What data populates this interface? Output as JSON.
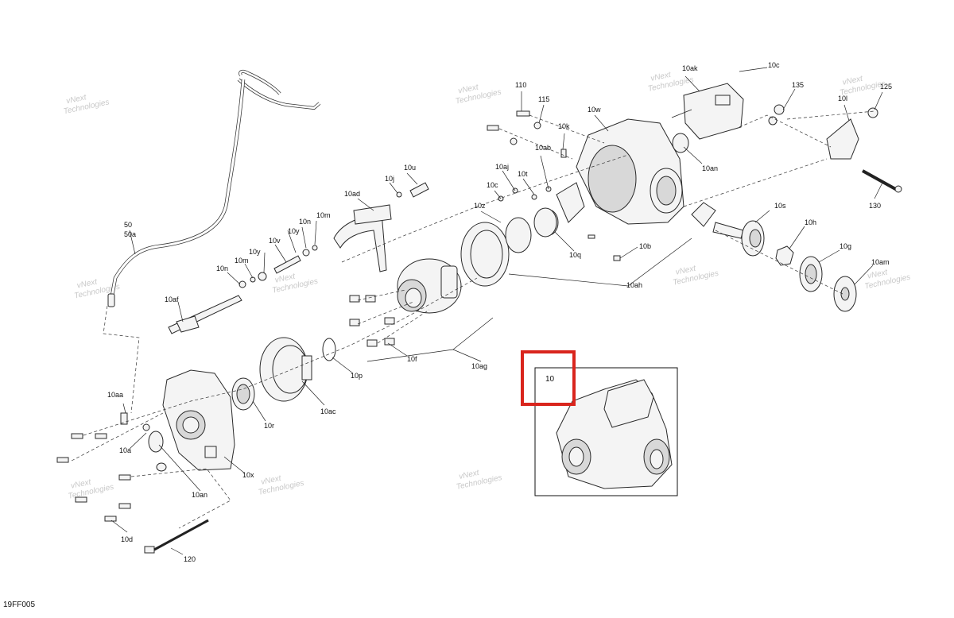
{
  "figure": {
    "code": "19FF005"
  },
  "watermark": {
    "text_line1": "vNext",
    "text_line2": "Technologies"
  },
  "callouts": {
    "c50": "50",
    "c50a": "50a",
    "c10af": "10af",
    "c10n_l": "10n",
    "c10m_l": "10m",
    "c10y_l": "10y",
    "c10v": "10v",
    "c10y_r": "10y",
    "c10n_r": "10n",
    "c10m_r": "10m",
    "c10ad": "10ad",
    "c10j": "10j",
    "c10u": "10u",
    "c10aa": "10aa",
    "c10a": "10a",
    "c10an_l": "10an",
    "c10d": "10d",
    "c120": "120",
    "c10x": "10x",
    "c10r": "10r",
    "c10ac": "10ac",
    "c10p": "10p",
    "c10f": "10f",
    "c10ag": "10ag",
    "c10z": "10z",
    "c10aj": "10aj",
    "c10c_l": "10c",
    "c10t": "10t",
    "c10ab": "10ab",
    "c10k": "10k",
    "c110": "110",
    "c115": "115",
    "c10w": "10w",
    "c10q": "10q",
    "c10ah": "10ah",
    "c10b": "10b",
    "c10ak": "10ak",
    "c10c_r": "10c",
    "c135": "135",
    "c10an_r": "10an",
    "c10s": "10s",
    "c10h": "10h",
    "c10g": "10g",
    "c10am": "10am",
    "c10l": "10l",
    "c125": "125",
    "c130": "130",
    "c10": "10"
  },
  "colors": {
    "highlight": "#d9251d"
  }
}
